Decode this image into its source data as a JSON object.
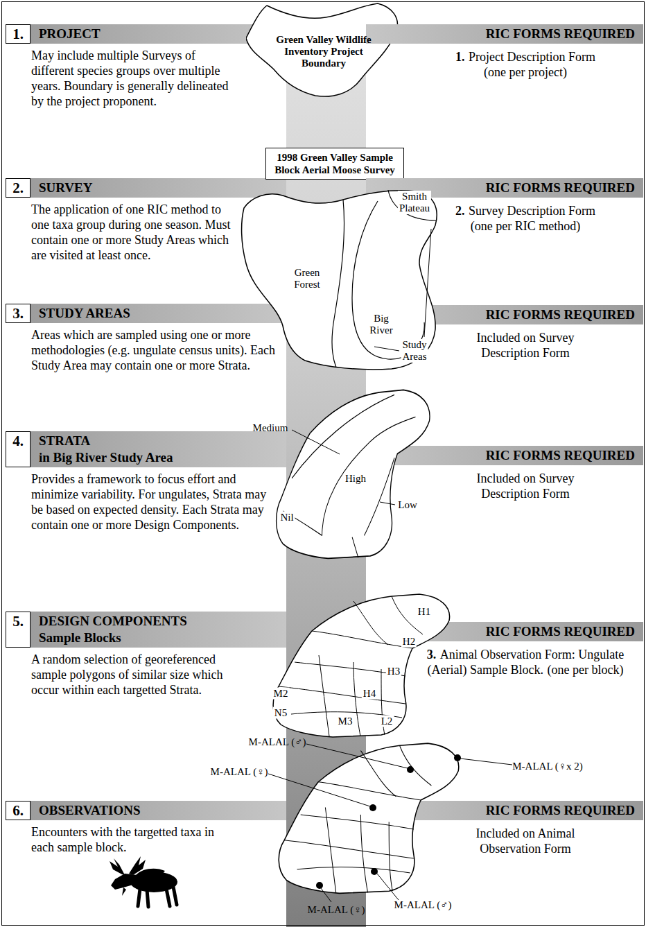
{
  "diagram": {
    "nodes": [
      {
        "text": [
          "1.",
          "PROJECT",
          "May include multiple Surveys of different species groups over multiple years. Boundary is generally delineated by the project proponent."
        ]
      },
      {
        "text": [
          "Green Valley Wildlife Inventory Project Boundary"
        ]
      },
      {
        "text": [
          "RIC FORMS REQUIRED",
          "1.",
          "Project Description Form",
          "(one per project)"
        ]
      },
      {
        "text": [
          "2.",
          "SURVEY",
          "The application of one RIC method to one taxa group during one season. Must contain one or more Study Areas which are visited at least once."
        ]
      },
      {
        "text": [
          "1998 Green Valley Sample Block Aerial Moose Survey"
        ]
      },
      {
        "text": [
          "RIC FORMS REQUIRED",
          "2.",
          "Survey Description Form",
          "(one per RIC method)"
        ]
      },
      {
        "text": [
          "3.",
          "STUDY AREAS",
          "Areas which are sampled using one or more methodologies (e.g. ungulate census units). Each Study Area may contain one or more Strata."
        ]
      },
      {
        "text": [
          "RIC FORMS REQUIRED",
          "Included on Survey Description Form"
        ]
      },
      {
        "text": [
          "4.",
          "STRATA",
          "in Big River Study Area",
          "Provides a framework to focus effort and minimize variability. For ungulates, Strata may be based on expected density. Each Strata may contain one or more Design Components."
        ]
      },
      {
        "text": [
          "RIC FORMS REQUIRED",
          "Included on Survey Description Form"
        ]
      },
      {
        "text": [
          "5.",
          "DESIGN COMPONENTS",
          "Sample Blocks",
          "A random selection of georeferenced sample polygons of similar size which occur within each targetted Strata."
        ]
      },
      {
        "text": [
          "RIC FORMS REQUIRED",
          "3.",
          "Animal Observation Form: Ungulate (Aerial) Sample Block.",
          "(one per block)"
        ]
      },
      {
        "text": [
          "6.",
          "OBSERVATIONS",
          "Encounters with the targetted taxa in each sample block."
        ]
      },
      {
        "text": [
          "RIC FORMS REQUIRED",
          "Included on Animal Observation Form"
        ]
      }
    ],
    "labels": [
      "Smith Plateau",
      "Green Forest",
      "Big River",
      "Study Areas",
      "Medium",
      "High",
      "Nil",
      "Low",
      "H1",
      "H2",
      "H3",
      "M2",
      "H4",
      "N5",
      "M3",
      "L2",
      "M-ALAL (♂)",
      "M-ALAL (♀x 2)",
      "M-ALAL (♀)",
      "M-ALAL (♀)",
      "M-ALAL (♂)"
    ]
  }
}
